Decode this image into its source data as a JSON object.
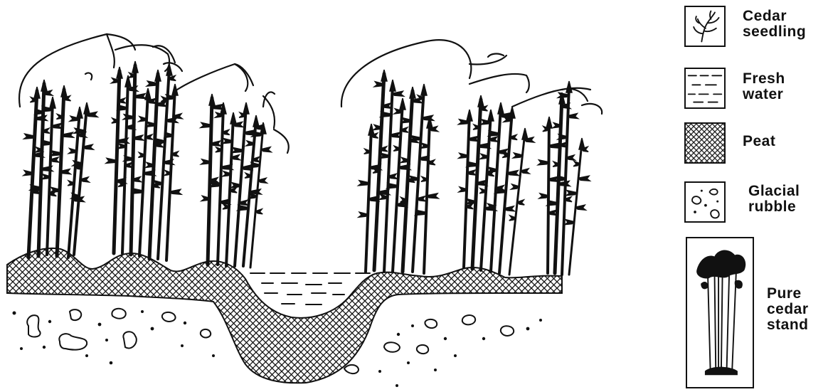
{
  "legend": {
    "items": [
      {
        "key": "cedar-seedling",
        "line1": "Cedar",
        "line2": "seedling"
      },
      {
        "key": "fresh-water",
        "line1": "Fresh",
        "line2": "water"
      },
      {
        "key": "peat",
        "line1": "Peat",
        "line2": ""
      },
      {
        "key": "glacial-rubble",
        "line1": "Glacial",
        "line2": "rubble"
      },
      {
        "key": "pure-cedar-stand",
        "line1": "Pure",
        "line2": "cedar",
        "line3": "stand"
      }
    ]
  },
  "colors": {
    "ink": "#111111",
    "paper": "#ffffff"
  }
}
